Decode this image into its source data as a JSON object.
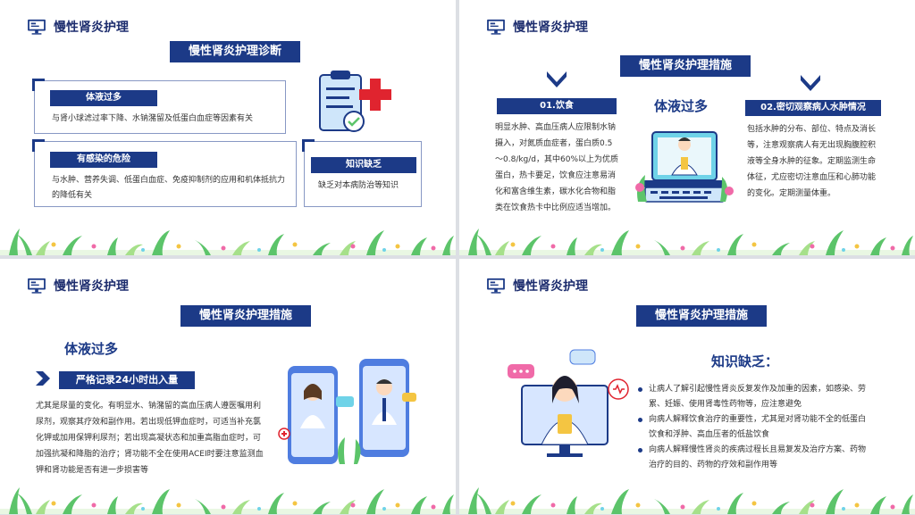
{
  "header_title": "慢性肾炎护理",
  "colors": {
    "navy": "#1c3a87",
    "red": "#e0242f",
    "green": "#5cc46a",
    "pink": "#f06aa8",
    "cyan": "#6fd3e8"
  },
  "icons": [
    "monitor-icon",
    "clipboard-icon",
    "medical-cross-icon",
    "doctor-icon",
    "nurse-icon",
    "heart-icon",
    "chevron-down-icon"
  ],
  "slide1": {
    "banner": "慢性肾炎护理诊断",
    "box1": {
      "chip": "体液过多",
      "text": "与肾小球滤过率下降、水钠潴留及低蛋白血症等因素有关"
    },
    "box2": {
      "chip": "有感染的危险",
      "text": "与水肿、营养失调、低蛋白血症、免疫抑制剂的应用和机体抵抗力的降低有关"
    },
    "box3": {
      "chip": "知识缺乏",
      "text": "缺乏对本病防治等知识"
    }
  },
  "slide2": {
    "banner": "慢性肾炎护理措施",
    "center_title": "体液过多",
    "left": {
      "chip": "01.饮食",
      "text": "明显水肿、高血压病人应限制水钠摄入，对氮质血症者，蛋白质0.5～0.8/kg/d，其中60%以上为优质蛋白，热卡要足，饮食应注意易消化和富含维生素，碳水化合物和脂类在饮食热卡中比例应适当增加。"
    },
    "right": {
      "chip": "02.密切观察病人水肿情况",
      "text": "包括水肿的分布、部位、特点及消长等，注意观察病人有无出现胸腹腔积液等全身水肿的征象。定期监测生命体征，尤应密切注意血压和心肺功能的变化。定期测量体重。"
    }
  },
  "slide3": {
    "banner": "慢性肾炎护理措施",
    "title": "体液过多",
    "chip": "严格记录24小时出入量",
    "text": "尤其是尿量的变化。有明显水、钠潴留的高血压病人遵医嘱用利尿剂，观察其疗效和副作用。若出现低钾血症时，可适当补充氯化钾或加用保钾利尿剂；若出现高凝状态和加重高脂血症时，可加强抗凝和降脂的治疗；肾功能不全在使用ACEI时要注意监测血钾和肾功能是否有进一步损害等"
  },
  "slide4": {
    "banner": "慢性肾炎护理措施",
    "title": "知识缺乏：",
    "bullets": [
      "让病人了解引起慢性肾炎反复发作及加重的因素，如感染、劳累、妊娠、使用肾毒性药物等，应注意避免",
      "向病人解释饮食治疗的重要性，尤其是对肾功能不全的低蛋白饮食和浮肿、高血压者的低盐饮食",
      "向病人解释慢性肾炎的疾病过程长且易复发及治疗方案、药物治疗的目的、药物的疗效和副作用等"
    ]
  }
}
